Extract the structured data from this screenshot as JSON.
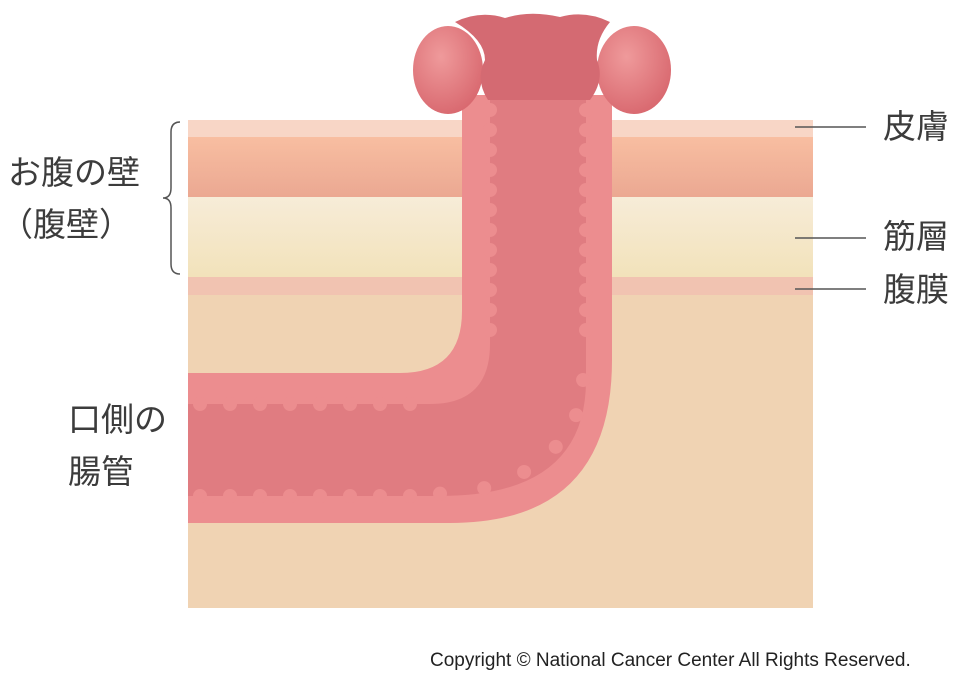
{
  "labels": {
    "abdominal_wall": "お腹の壁",
    "abdominal_wall_term": "（腹壁）",
    "skin": "皮膚",
    "muscle_layer": "筋層",
    "peritoneum": "腹膜",
    "oral_side_line1": "口側の",
    "oral_side_line2": "腸管"
  },
  "copyright": "Copyright © National Cancer Center All Rights Reserved.",
  "colors": {
    "skin": "#f8d6c6",
    "dermis": "#f3b89e",
    "muscle": "#f5e8cc",
    "peritoneum": "#f1c3b1",
    "cavity": "#f0d3b3",
    "bowel_wall": "#ec8d8f",
    "bowel_lumen": "#e07c81"
  }
}
